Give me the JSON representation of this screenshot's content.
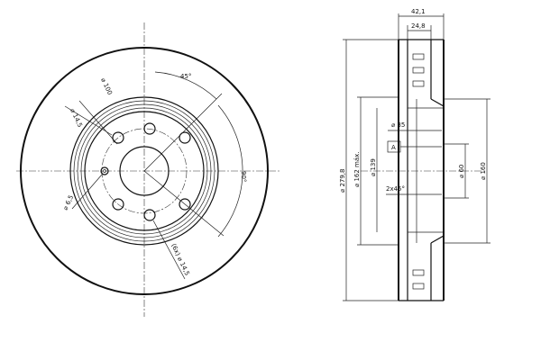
{
  "front_view": {
    "dim_bolt_circle": "⌀ 100",
    "dim_hole": "⌀ 14,5",
    "dim_small_hole": "⌀ 6,5",
    "dim_hole_repeat": "(6x) ⌀ 14,5",
    "angle_45": "45°",
    "angle_90": "90°"
  },
  "side_view": {
    "dim_total_width": "42,1",
    "dim_hat_width": "24,8",
    "dim_outer": "⌀ 279,8",
    "dim_max": "⌀ 162 máx.",
    "dim_139": "⌀ 139",
    "dim_35": "⌀ 35",
    "dim_60": "⌀ 60",
    "dim_160": "⌀ 160",
    "chamfer": "2x45°",
    "datum_label": "A"
  }
}
